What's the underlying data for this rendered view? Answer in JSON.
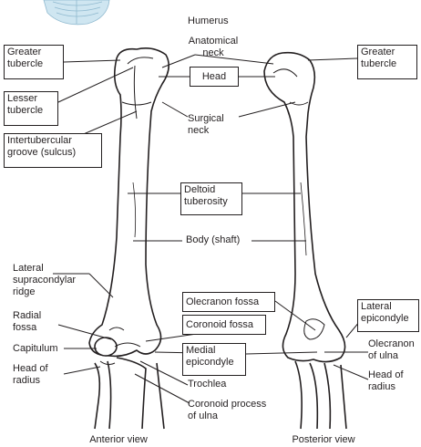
{
  "diagram": {
    "title": "Humerus",
    "views": {
      "anterior": "Anterior view",
      "posterior": "Posterior view"
    },
    "labels": {
      "greater_tubercle_left": "Greater\ntubercle",
      "lesser_tubercle": "Lesser\ntubercle",
      "intertubercular_groove": "Intertubercular\ngroove (sulcus)",
      "anatomical_neck": "Anatomical\nneck",
      "head": "Head",
      "surgical_neck": "Surgical\nneck",
      "greater_tubercle_right": "Greater\ntubercle",
      "deltoid_tuberosity": "Deltoid\ntuberosity",
      "body_shaft": "Body (shaft)",
      "lateral_supracondylar_ridge": "Lateral\nsupracondylar\nridge",
      "radial_fossa": "Radial\nfossa",
      "capitulum": "Capitulum",
      "head_of_radius_left": "Head of\nradius",
      "olecranon_fossa": "Olecranon fossa",
      "coronoid_fossa": "Coronoid fossa",
      "medial_epicondyle": "Medial\nepicondyle",
      "trochlea": "Trochlea",
      "coronoid_process": "Coronoid process\nof ulna",
      "lateral_epicondyle": "Lateral\nepicondyle",
      "olecranon_of_ulna": "Olecranon\nof ulna",
      "head_of_radius_right": "Head of\nradius"
    }
  }
}
